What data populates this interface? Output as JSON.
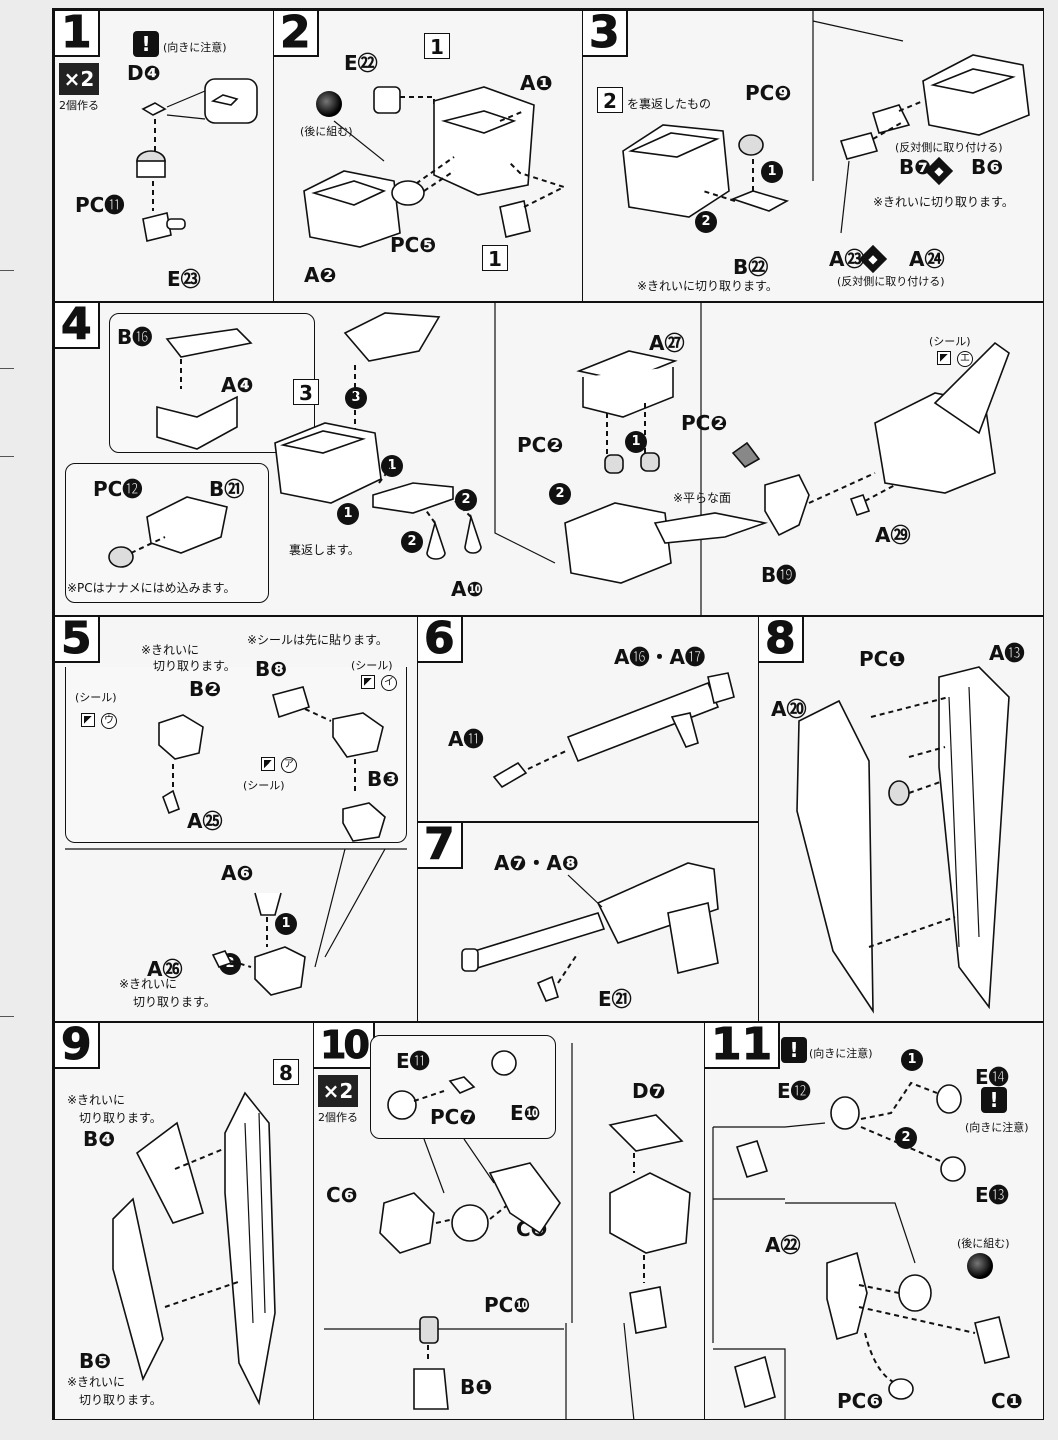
{
  "steps": {
    "s1": {
      "num": "1",
      "x2": "×2",
      "x2_note": "2個作る",
      "warn": "(向きに注意)",
      "parts": [
        "D❹",
        "PC⓫",
        "E㉓"
      ]
    },
    "s2": {
      "num": "2",
      "later": "(後に組む)",
      "parts": [
        "E㉒",
        "A❶",
        "PC❺",
        "A❷"
      ],
      "refs": [
        "1",
        "1"
      ]
    },
    "s3": {
      "num": "3",
      "flip_note": "を裏返したもの",
      "ref": "2",
      "parts": [
        "PC❾",
        "B㉒",
        "B❼",
        "B❻",
        "A㉓",
        "A㉔"
      ],
      "opp1": "(反対側に取り付ける)",
      "opp2": "(反対側に取り付ける)",
      "cut1": "※きれいに切り取ります。",
      "cut2": "※きれいに切り取ります。"
    },
    "s4": {
      "num": "4",
      "ref": "3",
      "parts": [
        "B⓰",
        "A❹",
        "PC⓬",
        "B㉑",
        "A❿",
        "A㉗",
        "PC❷",
        "PC❷",
        "B⓳",
        "A㉙"
      ],
      "pc_note": "※PCはナナメにはめ込みます。",
      "flip": "裏返します。",
      "flat": "※平らな面",
      "seal": "(シール)",
      "seal_mark": "エ"
    },
    "s5": {
      "num": "5",
      "cut1": "※きれいに",
      "cut1b": "切り取ります。",
      "seal_first": "※シールは先に貼ります。",
      "parts": [
        "B❷",
        "B❽",
        "B❸",
        "A㉕",
        "A❻",
        "A㉖"
      ],
      "seal": "(シール)",
      "seal2": "(シール)",
      "seal3": "(シール)",
      "marks": [
        "ウ",
        "イ",
        "ア"
      ],
      "cut2": "※きれいに",
      "cut2b": "切り取ります。"
    },
    "s6": {
      "num": "6",
      "parts": [
        "A⓰・A⓱",
        "A⓫"
      ]
    },
    "s7": {
      "num": "7",
      "parts": [
        "A❼・A❽",
        "E㉑"
      ]
    },
    "s8": {
      "num": "8",
      "parts": [
        "PC❶",
        "A⓭",
        "A⑳"
      ]
    },
    "s9": {
      "num": "9",
      "ref": "8",
      "cut1": "※きれいに",
      "cut1b": "切り取ります。",
      "parts": [
        "B❹",
        "B❺"
      ],
      "cut2": "※きれいに",
      "cut2b": "切り取ります。"
    },
    "s10": {
      "num": "10",
      "x2": "×2",
      "x2_note": "2個作る",
      "parts": [
        "E⓫",
        "PC❼",
        "E❿",
        "C❻",
        "C❺",
        "PC❿",
        "B❶",
        "D❼"
      ]
    },
    "s11": {
      "num": "11",
      "warn1": "(向きに注意)",
      "warn2": "(向きに注意)",
      "later": "(後に組む)",
      "parts": [
        "E⓬",
        "E⓮",
        "E⓭",
        "A㉒",
        "PC❻",
        "C❶"
      ]
    }
  },
  "order": {
    "one": "1",
    "two": "2",
    "three": "3"
  }
}
